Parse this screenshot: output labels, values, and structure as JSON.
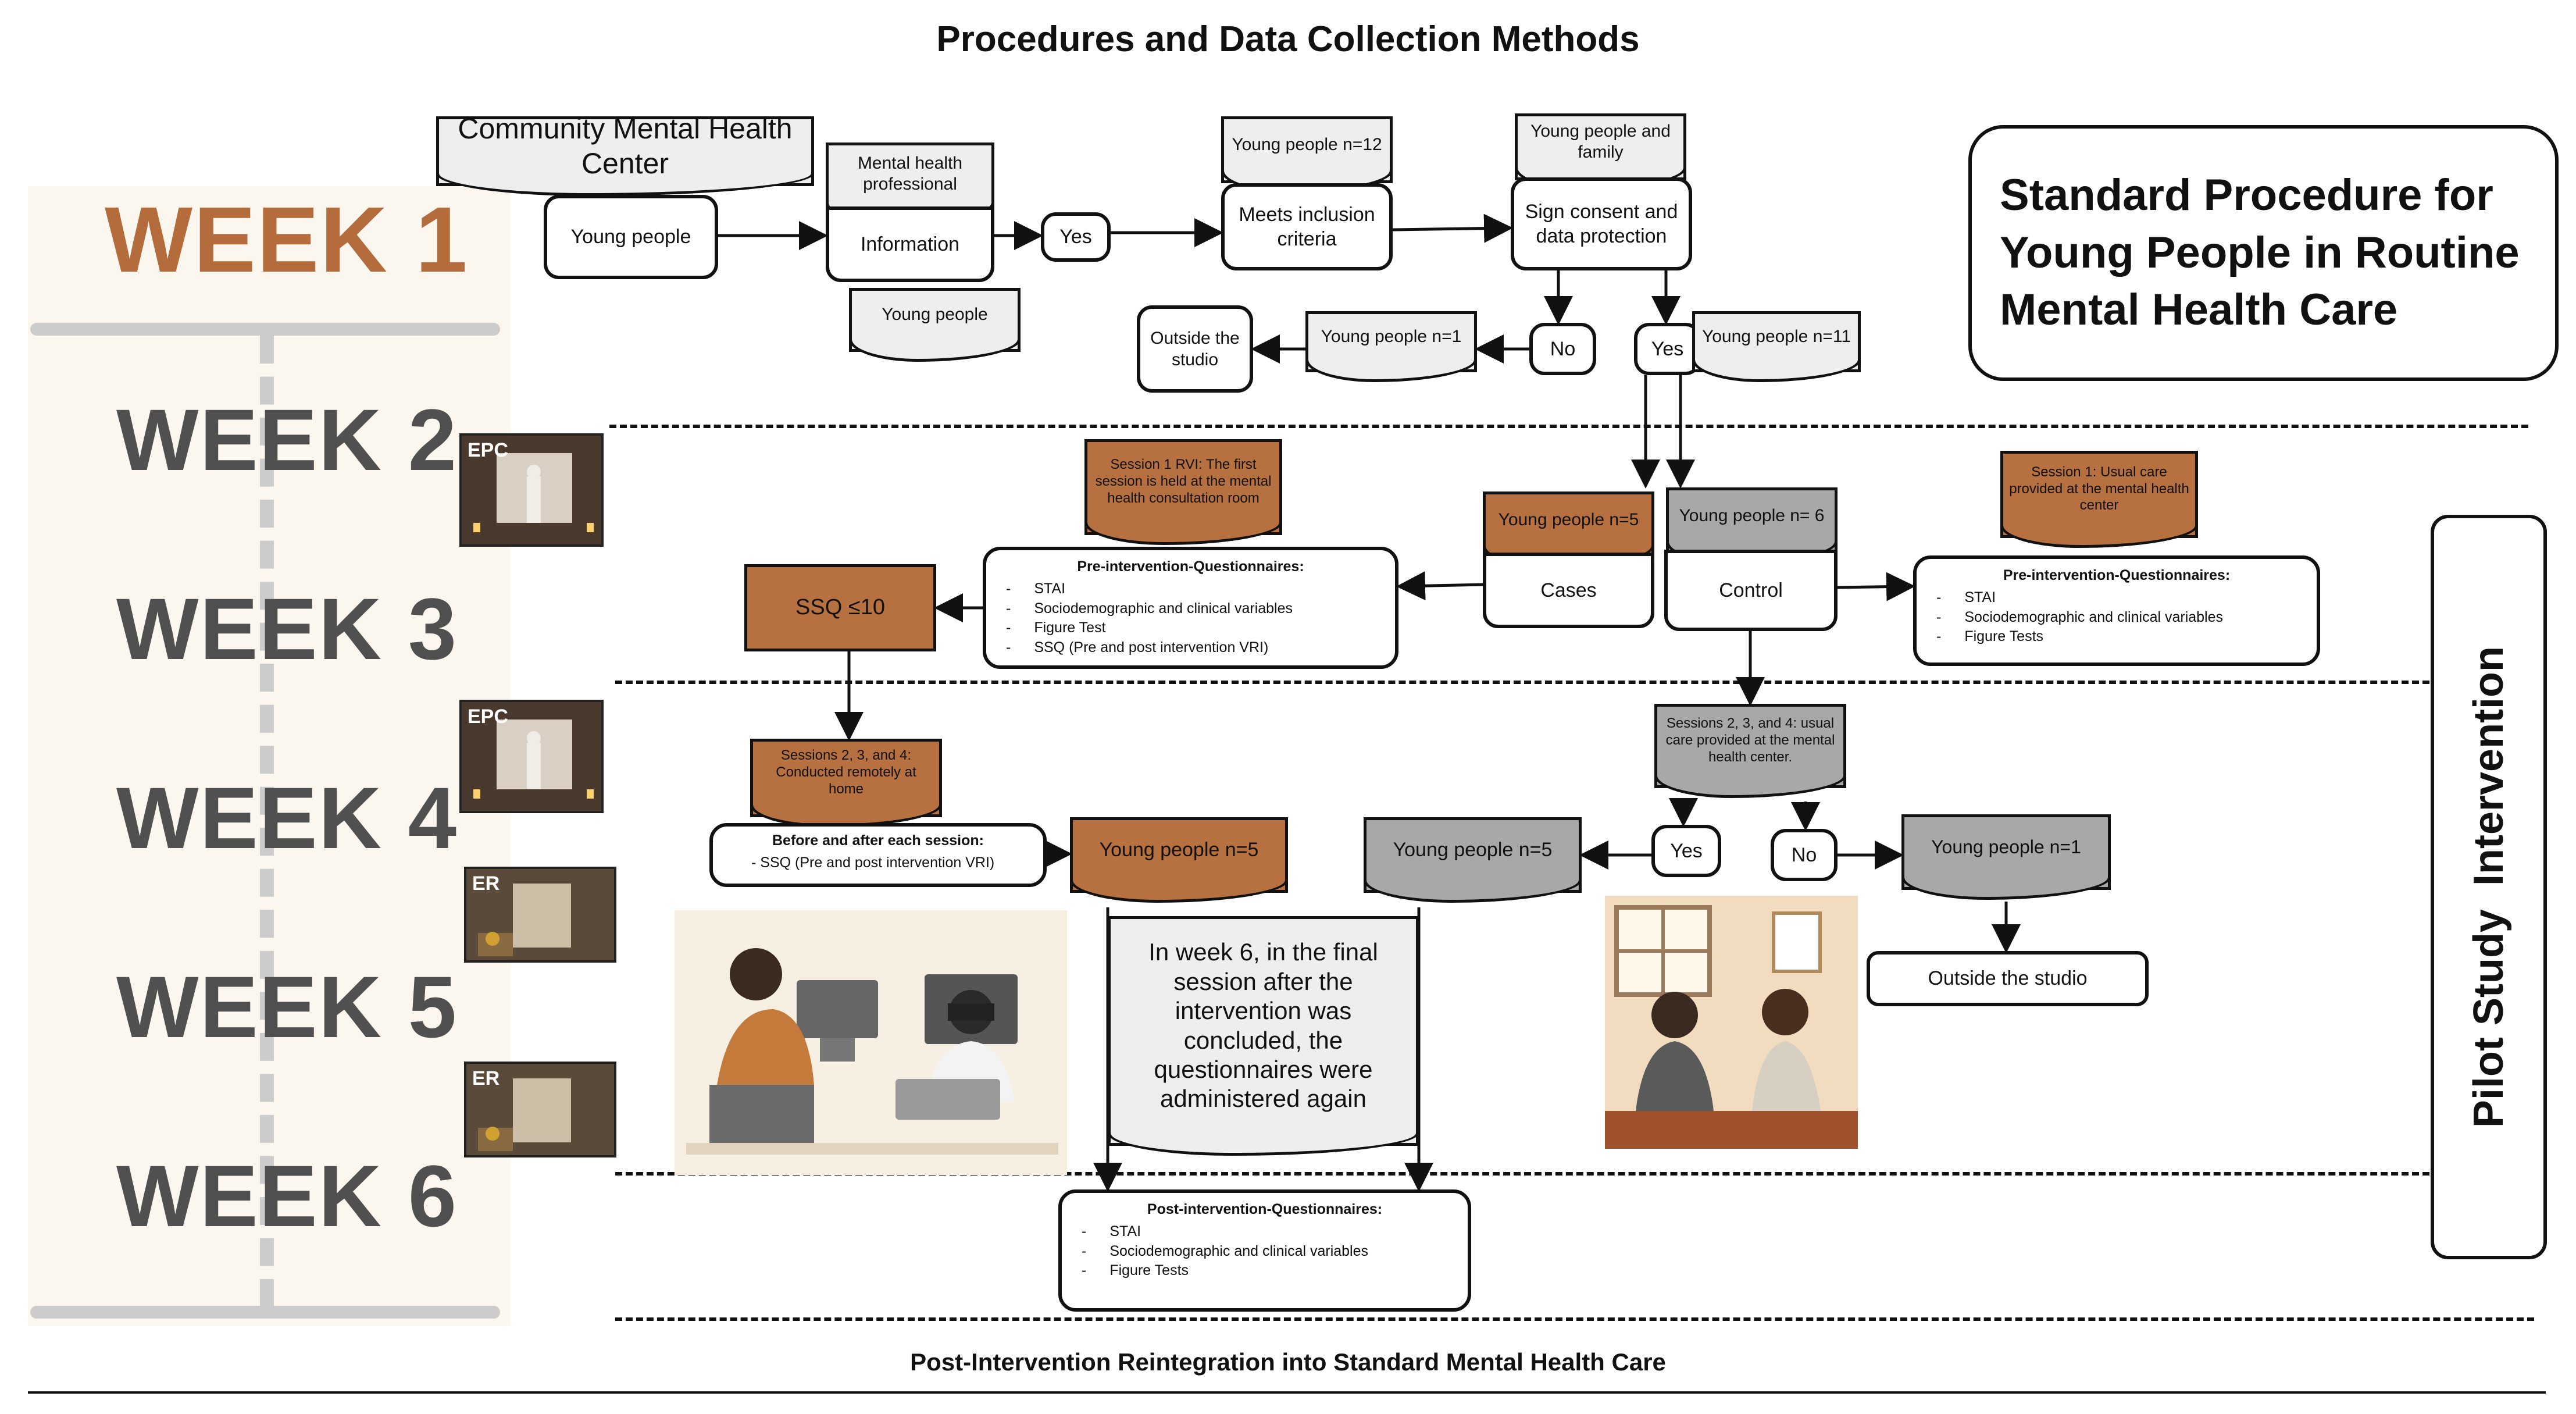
{
  "title": "Procedures and Data Collection Methods",
  "footer": "Post-Intervention Reintegration into Standard Mental Health Care",
  "side_title": "Standard Procedure for Young People in Routine Mental Health Care",
  "pilot_label": "Pilot Study  Intervention",
  "weeks": [
    "WEEK 1",
    "WEEK 2",
    "WEEK 3",
    "WEEK 4",
    "WEEK 5",
    "WEEK 6"
  ],
  "thumbs": {
    "epc": "EPC",
    "er": "ER"
  },
  "nodes": {
    "community_center": "Community Mental Health Center",
    "young_people": "Young people",
    "mh_professional": "Mental health professional",
    "information": "Information",
    "young_people_doc": "Young people",
    "yes1": "Yes",
    "yp_n12": "Young people n=12",
    "meets_criteria": "Meets inclusion criteria",
    "yp_family": "Young people and family",
    "sign_consent": "Sign consent and data protection",
    "outside_studio1": "Outside the studio",
    "yp_n1": "Young people n=1",
    "no1": "No",
    "yes2": "Yes",
    "yp_n11": "Young people n=11",
    "session1_rvi": "Session 1 RVI: The first session is held at the mental health consultation room",
    "session1_usual": "Session 1: Usual care provided at the mental health center",
    "yp_n5_cases": "Young people n=5",
    "cases": "Cases",
    "yp_n6": "Young people n= 6",
    "control": "Control",
    "ssq": "SSQ ≤10",
    "sessions_remote": "Sessions 2, 3, and 4: Conducted remotely at home",
    "sessions_usual": "Sessions 2, 3, and 4: usual care provided at the mental health center.",
    "yes3": "Yes",
    "no2": "No",
    "yp_n5_a": "Young people n=5",
    "yp_n5_b": "Young people n=5",
    "yp_n1_b": "Young people n=1",
    "outside_studio2": "Outside the studio",
    "week6_note": "In week 6, in the final session after the intervention was concluded, the questionnaires were administered again"
  },
  "pre_q_cases": {
    "title": "Pre-intervention-Questionnaires:",
    "items": [
      "STAI",
      "Sociodemographic and clinical variables",
      "Figure Test",
      "SSQ (Pre and post intervention VRI)"
    ]
  },
  "pre_q_control": {
    "title": "Pre-intervention-Questionnaires:",
    "items": [
      "STAI",
      "Sociodemographic and clinical variables",
      "Figure Tests"
    ]
  },
  "before_after": {
    "title": "Before and after each session:",
    "items": [
      "- SSQ (Pre and post intervention  VRI)"
    ]
  },
  "post_q": {
    "title": "Post-intervention-Questionnaires:",
    "items": [
      "STAI",
      "Sociodemographic and clinical variables",
      "Figure Tests"
    ]
  },
  "colors": {
    "brown": "#b7703f",
    "gray": "#a8a8a8",
    "week_text": "#505050",
    "week1_text": "#b46c3c",
    "week_bg": "#fbf7ef"
  }
}
